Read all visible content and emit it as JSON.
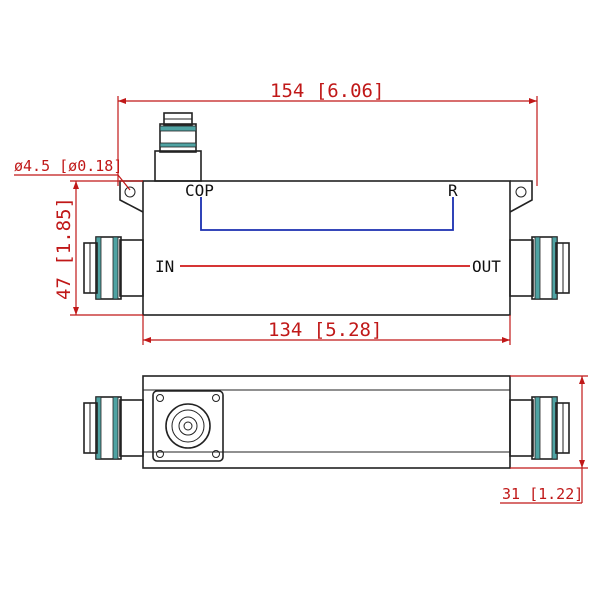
{
  "dimensions": {
    "overall_length": "154 [6.06]",
    "body_length": "134 [5.28]",
    "height": "47 [1.85]",
    "hole_diameter": "ø4.5 [ø0.18]",
    "depth": "31 [1.22]"
  },
  "ports": {
    "coupled": "COP",
    "reflected": "R",
    "input": "IN",
    "output": "OUT"
  },
  "colors": {
    "dimension_lines": "#c01818",
    "main_path": "#d01818",
    "coupled_path": "#1a2fb0",
    "connector_band": "#4fa3a3",
    "outline": "#222222"
  }
}
